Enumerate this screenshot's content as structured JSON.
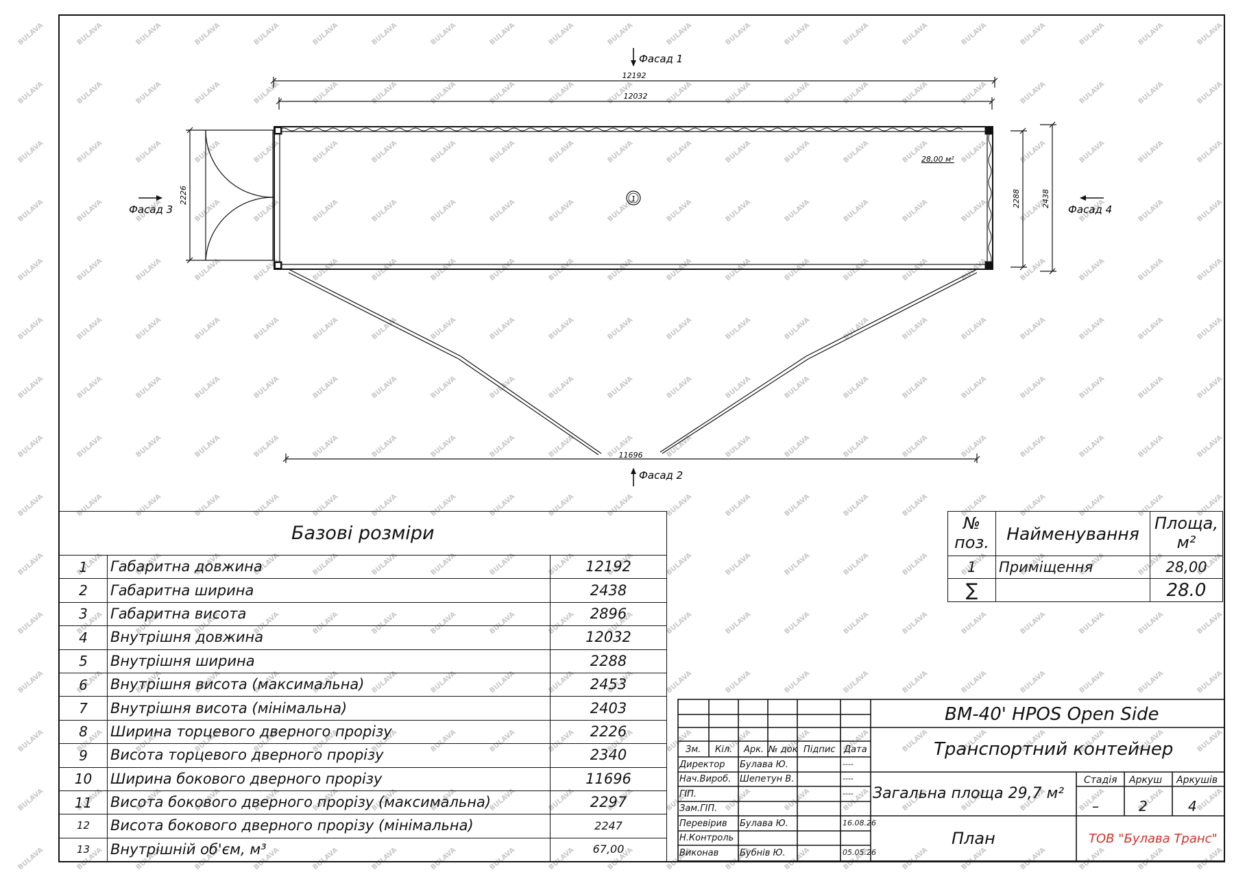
{
  "plan": {
    "facades": {
      "f1": "Фасад 1",
      "f2": "Фасад 2",
      "f3": "Фасад 3",
      "f4": "Фасад 4"
    },
    "dims": {
      "overall_length": "12192",
      "inner_length": "12032",
      "side_door": "11696",
      "end_door": "2226",
      "inner_width": "2288",
      "overall_width": "2438"
    },
    "room_area": "28,00 м²",
    "room_marker": "1",
    "watermark": "BULAVA"
  },
  "base_dims": {
    "title": "Базові розміри",
    "rows": [
      {
        "n": "1",
        "name": "Габаритна довжина",
        "value": "12192"
      },
      {
        "n": "2",
        "name": "Габаритна ширина",
        "value": "2438"
      },
      {
        "n": "3",
        "name": "Габаритна висота",
        "value": "2896"
      },
      {
        "n": "4",
        "name": "Внутрішня довжина",
        "value": "12032"
      },
      {
        "n": "5",
        "name": "Внутрішня ширина",
        "value": "2288"
      },
      {
        "n": "6",
        "name": "Внутрішня висота (максимальна)",
        "value": "2453"
      },
      {
        "n": "7",
        "name": "Внутрішня висота (мінімальна)",
        "value": "2403"
      },
      {
        "n": "8",
        "name": "Ширина торцевого дверного прорізу",
        "value": "2226"
      },
      {
        "n": "9",
        "name": "Висота торцевого дверного прорізу",
        "value": "2340"
      },
      {
        "n": "10",
        "name": "Ширина бокового дверного прорізу",
        "value": "11696"
      },
      {
        "n": "11",
        "name": "Висота бокового дверного прорізу (максимальна)",
        "value": "2297"
      },
      {
        "n": "12",
        "name": "Висота бокового дверного прорізу (мінімальна)",
        "value": "2247"
      },
      {
        "n": "13",
        "name": "Внутрішній об'єм, м³",
        "value": "67,00"
      }
    ]
  },
  "rooms": {
    "headers": {
      "pos": "№ поз.",
      "name": "Найменування",
      "area": "Площа, м²"
    },
    "rows": [
      {
        "pos": "1",
        "name": "Приміщення",
        "area": "28,00"
      }
    ],
    "total": {
      "symbol": "∑",
      "area": "28.0"
    }
  },
  "stamp": {
    "cols": [
      "Зм.",
      "Кіл.",
      "Арк.",
      "№ док",
      "Підпис",
      "Дата"
    ],
    "people": [
      {
        "role": "Директор",
        "name": "Булава Ю.",
        "date": "----"
      },
      {
        "role": "Нач.Вироб.",
        "name": "Шепетун В.",
        "date": "----"
      },
      {
        "role": "ГІП.",
        "name": "",
        "date": "----"
      },
      {
        "role": "Зам.ГІП.",
        "name": "",
        "date": ""
      },
      {
        "role": "Перевірив",
        "name": "Булава Ю.",
        "date": "16.08.26"
      },
      {
        "role": "Н.Контроль",
        "name": "",
        "date": ""
      },
      {
        "role": "Виконав",
        "name": "Бубнів Ю.",
        "date": "05.05.26"
      }
    ],
    "project": "BM-40' HPOS Open Side",
    "object": "Транспортний контейнер",
    "total_area": "Загальна площа 29,7 м²",
    "stage_label": "Стадія",
    "sheet_label": "Аркуш",
    "sheets_label": "Аркушів",
    "stage": "–",
    "sheet": "2",
    "sheets": "4",
    "drawing": "План",
    "company": "ТОВ \"Булава Транс\"",
    "company_color": "#d0302a"
  }
}
